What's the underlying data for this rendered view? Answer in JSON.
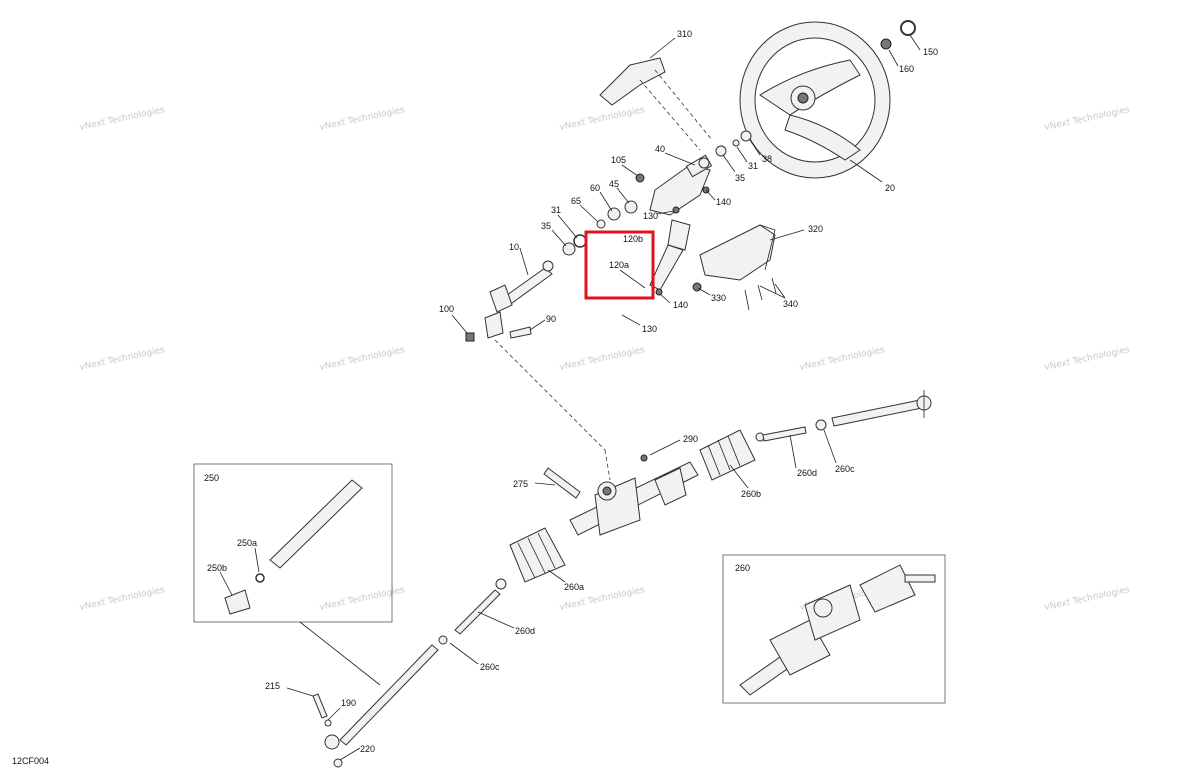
{
  "diagram_code": "12CF004",
  "watermark_text": "vNext Technologies",
  "highlight_color": "#e0141e",
  "callouts": {
    "c310": "310",
    "c150": "150",
    "c160": "160",
    "c20": "20",
    "c38": "38",
    "c31a": "31",
    "c35a": "35",
    "c40": "40",
    "c105": "105",
    "c60": "60",
    "c45": "45",
    "c65": "65",
    "c31b": "31",
    "c35b": "35",
    "c130a": "130",
    "c140a": "140",
    "c120b": "120b",
    "c120a": "120a",
    "c140b": "140",
    "c130b": "130",
    "c320": "320",
    "c330": "330",
    "c340": "340",
    "c10": "10",
    "c100": "100",
    "c90": "90",
    "c290": "290",
    "c275": "275",
    "c260b": "260b",
    "c260d_a": "260d",
    "c260c_a": "260c",
    "c250": "250",
    "c250a": "250a",
    "c250b": "250b",
    "c260a": "260a",
    "c260d_b": "260d",
    "c260c_b": "260c",
    "c215": "215",
    "c190": "190",
    "c220": "220",
    "c260": "260"
  }
}
